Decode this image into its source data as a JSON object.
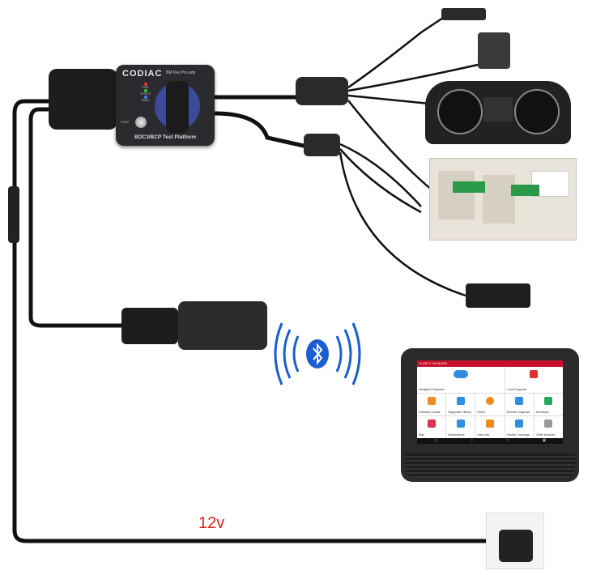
{
  "adapter": {
    "brand": "CODIAC",
    "model": "BM Key Pro adp",
    "leds": [
      "PWR",
      "STATUS",
      "IMMO"
    ],
    "start_label": "START",
    "platform_label": "BDC3/BCP Test Platform"
  },
  "tablet": {
    "title": "X-431 V V5.00.005",
    "tiles": [
      "Intelligent Diagnose",
      "Local Diagnose",
      "Software Update",
      "Diagnostic History",
      "Reset",
      "Remote Diagnose",
      "Feedback",
      "Mall",
      "Maintenance",
      "User Info",
      "Vehicle Coverage",
      "Other Modules"
    ],
    "nav": [
      "◁",
      "○",
      "□",
      "▣"
    ]
  },
  "power_label": "12v",
  "colors": {
    "cable": "#111111",
    "accent": "#c8102e",
    "bluetooth": "#1a5fd0",
    "power_text": "#e02020"
  }
}
